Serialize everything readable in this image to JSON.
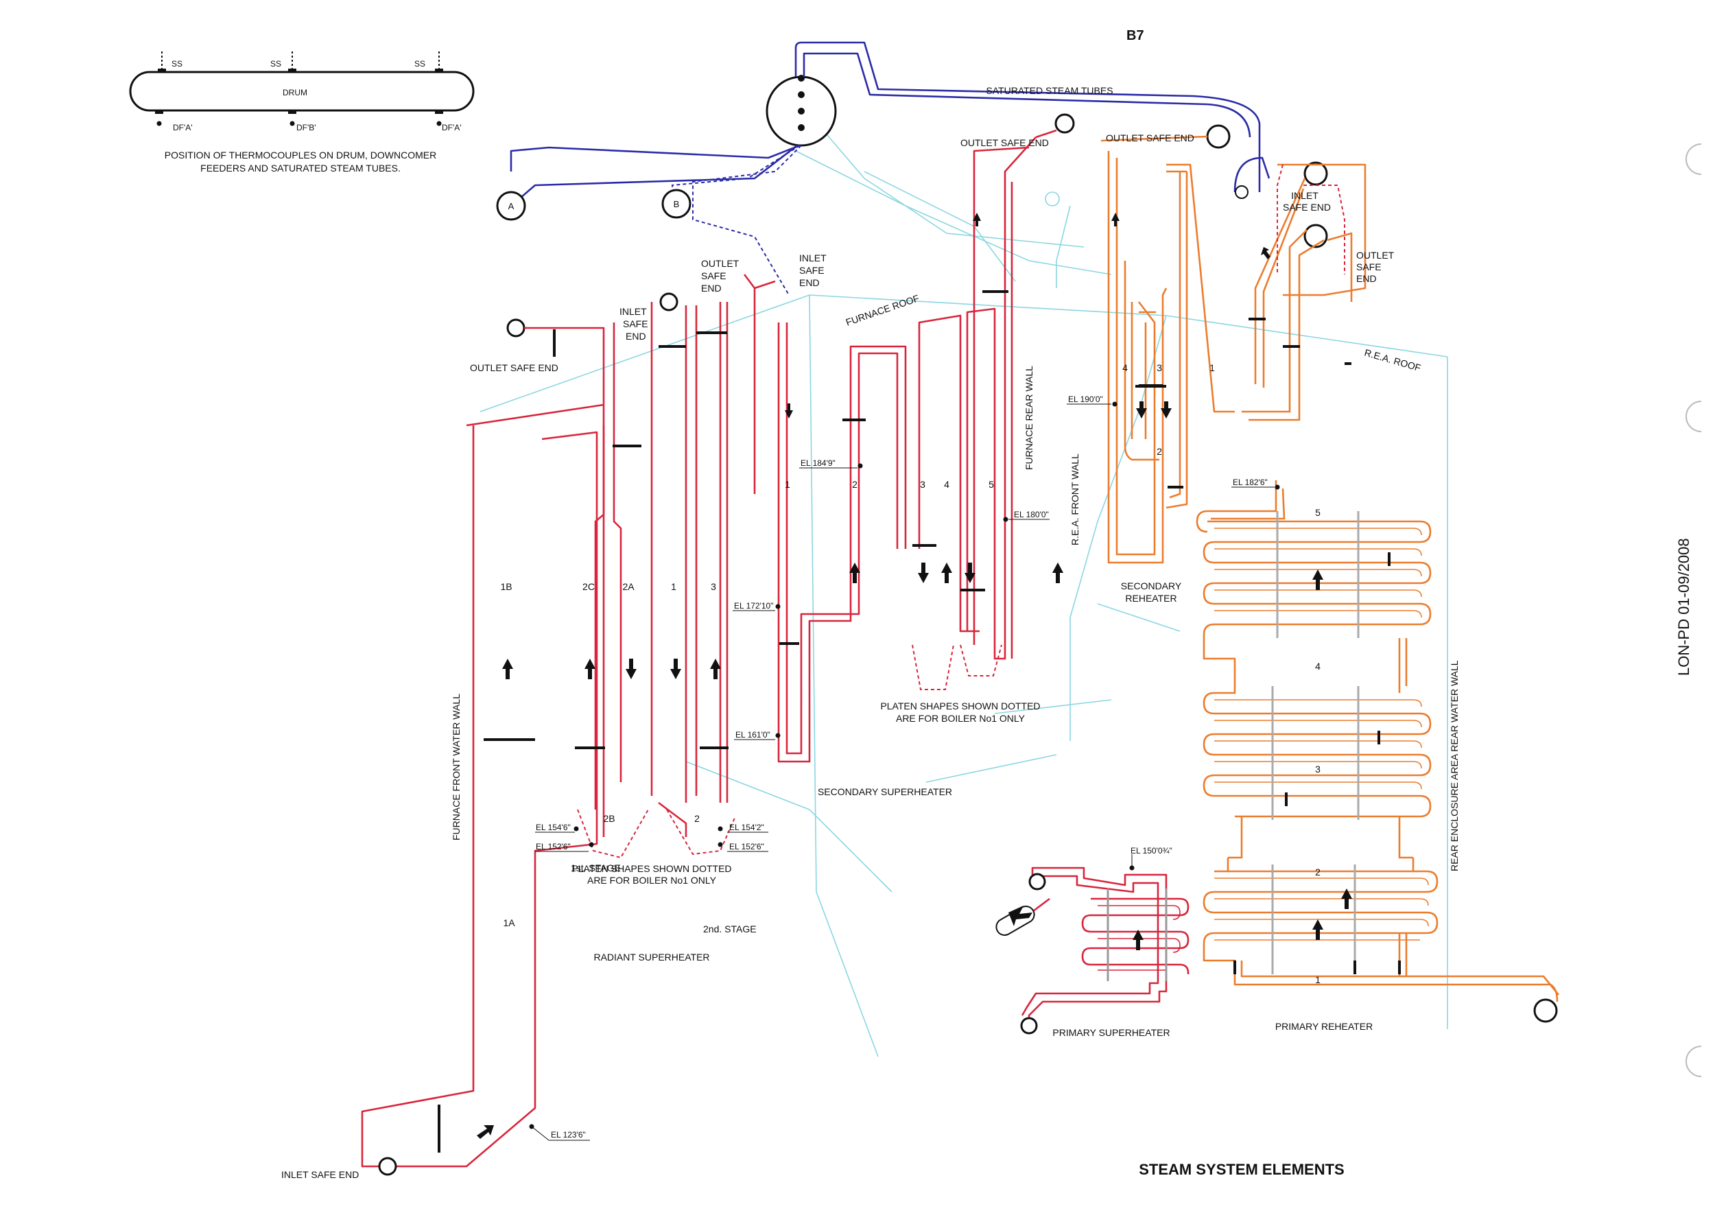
{
  "sheet_number": "B7",
  "title": "STEAM SYSTEM ELEMENTS",
  "stamp": "LON-PD 01-09/2008",
  "colors": {
    "superheater": "#d8253c",
    "reheater": "#ec7c2c",
    "saturated_steam": "#2b2ba8",
    "structure": "#8ad6e0"
  },
  "drum": {
    "label": "DRUM",
    "ss_labels": [
      "SS",
      "SS",
      "SS"
    ],
    "df_labels": [
      "DF'A'",
      "DF'B'",
      "DF'A'"
    ],
    "note_line1": "POSITION OF THERMOCOUPLES ON DRUM, DOWNCOMER",
    "note_line2": "FEEDERS AND SATURATED STEAM TUBES."
  },
  "headers": {
    "a": "A",
    "b": "B"
  },
  "labels": {
    "saturated_steam_tubes": "SATURATED STEAM TUBES",
    "furnace_roof": "FURNACE    ROOF",
    "rea_roof": "R.E.A. ROOF",
    "outlet_safe_end": "OUTLET SAFE END",
    "inlet_safe_end": "INLET SAFE END",
    "outlet": "OUTLET",
    "inlet": "INLET",
    "safe": "SAFE",
    "end": "END",
    "safe_end": "SAFE END",
    "furnace_front_water_wall": "FURNACE FRONT WATER WALL",
    "furnace_rear_wall": "FURNACE REAR WALL",
    "rea_front_wall": "R.E.A. FRONT WALL",
    "rear_enclosure_wall": "REAR ENCLOSURE AREA REAR WATER WALL",
    "platen_line1": "PLATEN SHAPES SHOWN DOTTED",
    "platen_line2": "ARE FOR BOILER No1 ONLY",
    "secondary_superheater": "SECONDARY SUPERHEATER",
    "secondary_reheater_1": "SECONDARY",
    "secondary_reheater_2": "REHEATER",
    "primary_superheater": "PRIMARY SUPERHEATER",
    "primary_reheater": "PRIMARY REHEATER",
    "stage1": "1st. STAGE",
    "stage2": "2nd. STAGE",
    "radiant_superheater": "RADIANT SUPERHEATER"
  },
  "elevations": {
    "el_123_6": "EL 123'6\"",
    "el_150": "EL 150'0¾\"",
    "el_152_6a": "EL 152'6\"",
    "el_152_6b": "EL 152'6\"",
    "el_154_6": "EL 154'6\"",
    "el_154_2": "EL 154'2\"",
    "el_161": "EL 161'0\"",
    "el_172_10": "EL 172'10\"",
    "el_180": "EL 180'0\"",
    "el_182_6": "EL 182'6\"",
    "el_184_9": "EL 184'9\"",
    "el_190": "EL 190'0\""
  },
  "element_numbers": {
    "radiant": [
      "1B",
      "2C",
      "2A",
      "1",
      "3",
      "1A",
      "2B",
      "2"
    ],
    "secondary_sh": [
      "1",
      "2",
      "3",
      "4",
      "5"
    ],
    "secondary_rh": [
      "4",
      "3",
      "1",
      "2"
    ],
    "rea": [
      "5",
      "4",
      "3",
      "2",
      "1"
    ]
  }
}
